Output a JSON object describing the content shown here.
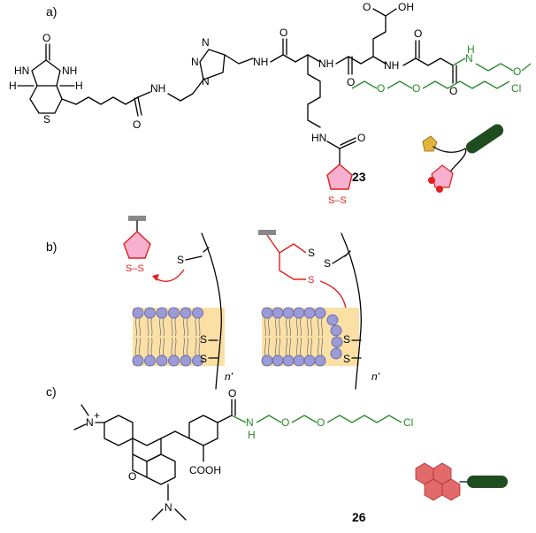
{
  "panels": {
    "a": "a)",
    "b": "b)",
    "c": "c)"
  },
  "compound_23": "23",
  "compound_26": "26",
  "labels": {
    "oh": "OH",
    "o": "O",
    "hn": "HN",
    "nh": "NH",
    "n": "N",
    "h": "H",
    "s": "S",
    "cl": "Cl",
    "ss": "S–S",
    "s_minus": "S",
    "n_prime": "n'",
    "cooh": "COOH",
    "n_plus": "N",
    "plus": "+",
    "n_label": "N"
  },
  "colors": {
    "linker_green": "#2a8a2a",
    "disulfide_red": "#e0201c",
    "membrane": "#fbe0a6",
    "lipid_head": "#9b9bd8",
    "fluorophore_red": "#e36a6a",
    "tag_green": "#1f4d1f"
  },
  "icons": [
    "biotin-pentagon-icon",
    "halotag-rod-icon",
    "dithiolane-ring-icon",
    "tetramethylrhodamine-icon",
    "gray-cargo-bar-icon"
  ]
}
